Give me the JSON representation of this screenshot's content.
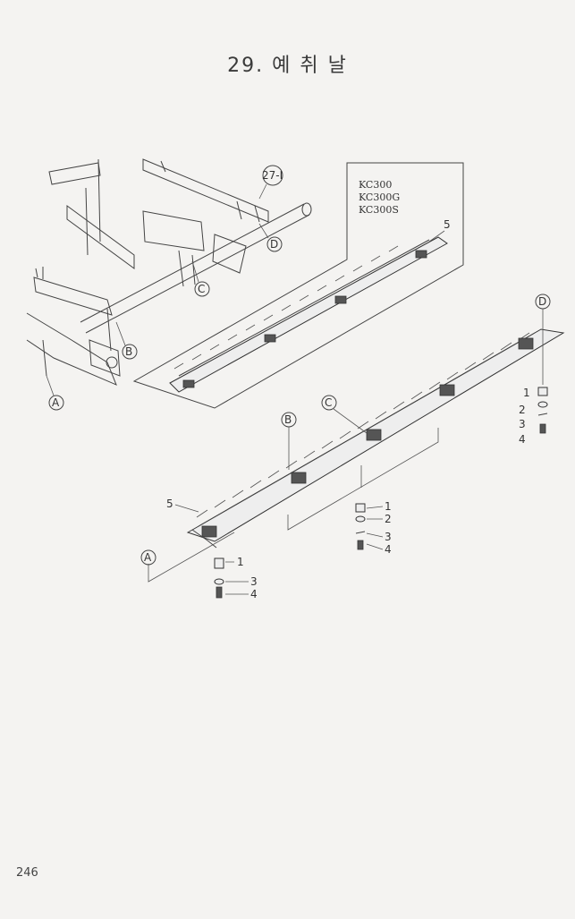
{
  "title": "29. 예 취 날",
  "page_number": "246",
  "models": [
    "KC300",
    "KC300G",
    "KC300S"
  ],
  "callouts": {
    "ref_27_1": "27-I",
    "A": "A",
    "B": "B",
    "C": "C",
    "D": "D"
  },
  "part_numbers": {
    "p1": "1",
    "p2": "2",
    "p3": "3",
    "p4": "4",
    "p5": "5"
  }
}
